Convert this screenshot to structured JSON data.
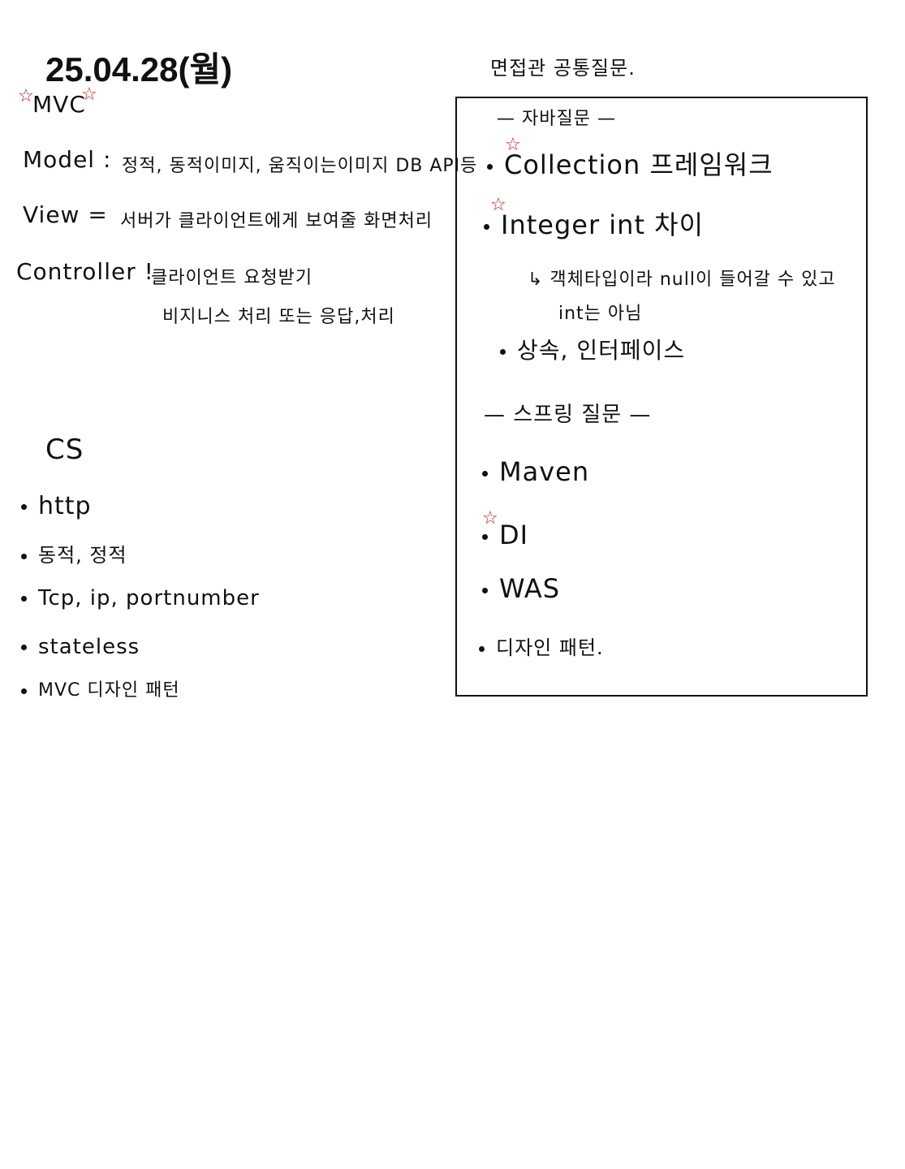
{
  "title": "25.04.28(월)",
  "left": {
    "mvc_heading": "MVC",
    "model_label": "Model :",
    "model_text": "정적, 동적이미지, 움직이는이미지 DB API등",
    "view_label": "View =",
    "view_text": "서버가 클라이언트에게 보여줄 화면처리",
    "controller_label": "Controller !",
    "controller_text_1": "클라이언트 요청받기",
    "controller_text_2": "비지니스 처리 또는 응답,처리",
    "cs_heading": "CS",
    "cs_items": [
      "http",
      "동적, 정적",
      "Tcp, ip, portnumber",
      "stateless",
      "MVC 디자인 패턴"
    ]
  },
  "right": {
    "header": "면접관 공통질문.",
    "java_heading": "— 자바질문 —",
    "java_items": [
      "Collection 프레임워크",
      "Integer int 차이"
    ],
    "integer_note_1": "↳ 객체타입이라 null이 들어갈 수 있고",
    "integer_note_2": "int는 아님",
    "inherit_item": "상속, 인터페이스",
    "spring_heading": "— 스프링 질문 —",
    "spring_items": [
      "Maven",
      "DI",
      "WAS",
      "디자인 패턴."
    ]
  },
  "colors": {
    "ink": "#111111",
    "accent_star": "#d11414"
  },
  "icons": {
    "star": "☆"
  }
}
